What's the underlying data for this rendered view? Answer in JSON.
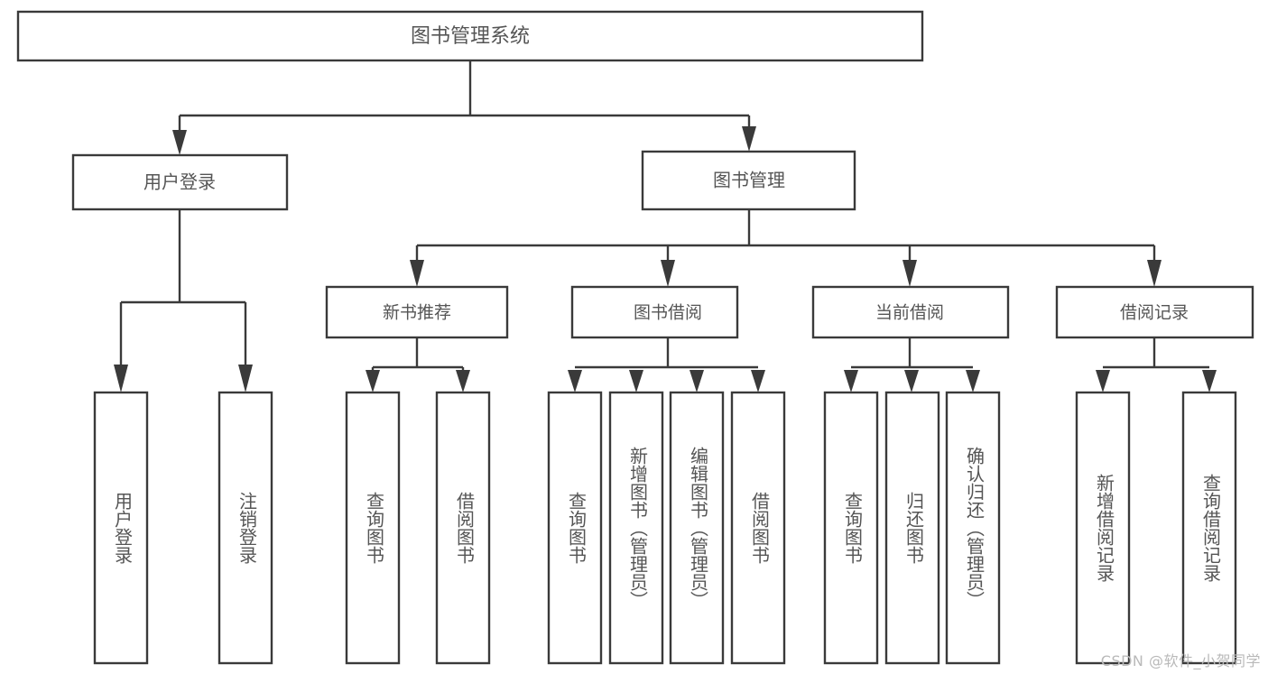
{
  "diagram": {
    "type": "tree",
    "title": "图书管理系统",
    "watermark": "CSDN @软件_小贺同学",
    "colors": {
      "stroke": "#3a3a3a",
      "text": "#555555",
      "background": "#ffffff",
      "watermark": "#b9b9b9"
    },
    "root": {
      "label": "图书管理系统"
    },
    "level1": [
      {
        "label": "用户登录"
      },
      {
        "label": "图书管理"
      }
    ],
    "level2": [
      {
        "label": "新书推荐"
      },
      {
        "label": "图书借阅"
      },
      {
        "label": "当前借阅"
      },
      {
        "label": "借阅记录"
      }
    ],
    "leaves": {
      "user_login": [
        {
          "label": "用户登录"
        },
        {
          "label": "注销登录"
        }
      ],
      "new_book": [
        {
          "label": "查询图书"
        },
        {
          "label": "借阅图书"
        }
      ],
      "book_borrow": [
        {
          "label": "查询图书"
        },
        {
          "label": "新增图书（管理员）"
        },
        {
          "label": "编辑图书（管理员）"
        },
        {
          "label": "借阅图书"
        }
      ],
      "current_borrow": [
        {
          "label": "查询图书"
        },
        {
          "label": "归还图书"
        },
        {
          "label": "确认归还（管理员）"
        }
      ],
      "borrow_record": [
        {
          "label": "新增借阅记录"
        },
        {
          "label": "查询借阅记录"
        }
      ]
    }
  }
}
